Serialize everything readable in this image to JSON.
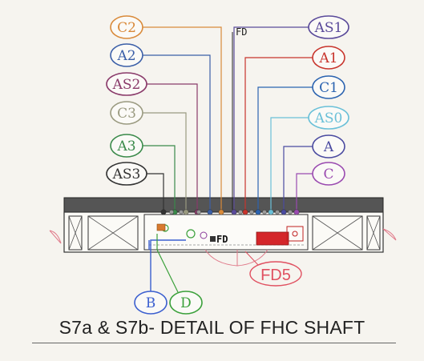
{
  "caption": "S7a & S7b- DETAIL OF FHC SHAFT",
  "tags_left": [
    {
      "label": "C2",
      "color": "#d98a3a"
    },
    {
      "label": "A2",
      "color": "#3b5fa8"
    },
    {
      "label": "AS2",
      "color": "#8a3a6a"
    },
    {
      "label": "C3",
      "color": "#9a9a80"
    },
    {
      "label": "A3",
      "color": "#3a8a4a"
    },
    {
      "label": "AS3",
      "color": "#333333"
    }
  ],
  "tags_right": [
    {
      "label": "AS1",
      "color": "#5a4a9a"
    },
    {
      "label": "A1",
      "color": "#c8342c"
    },
    {
      "label": "C1",
      "color": "#2b63b0"
    },
    {
      "label": "AS0",
      "color": "#6ac0d8"
    },
    {
      "label": "A",
      "color": "#4a4aa0"
    },
    {
      "label": "C",
      "color": "#9a4ab0"
    }
  ],
  "tags_bottom": [
    {
      "label": "B",
      "color": "#3b5fcf"
    },
    {
      "label": "D",
      "color": "#3aa03a"
    }
  ],
  "labels": {
    "fd": "FD",
    "fd5": "FD5"
  },
  "colors": {
    "slab": "#555555",
    "fd5": "#e05060",
    "red_unit": "#d4262a"
  }
}
